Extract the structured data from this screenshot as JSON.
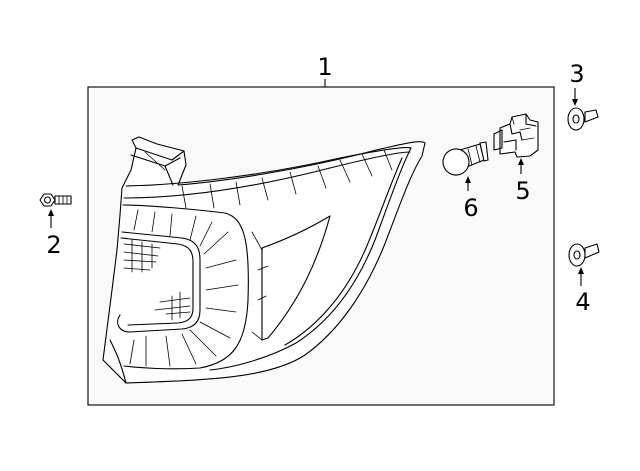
{
  "callouts": {
    "c1": "1",
    "c2": "2",
    "c3": "3",
    "c4": "4",
    "c5": "5",
    "c6": "6"
  },
  "colors": {
    "line": "#000000",
    "box_fill": "#fafafa",
    "background": "#ffffff"
  },
  "icons": {
    "tail_lamp": "tail-lamp-assembly",
    "bolt": "hex-bolt",
    "nut": "flange-nut",
    "socket": "bulb-socket",
    "bulb": "bulb"
  }
}
